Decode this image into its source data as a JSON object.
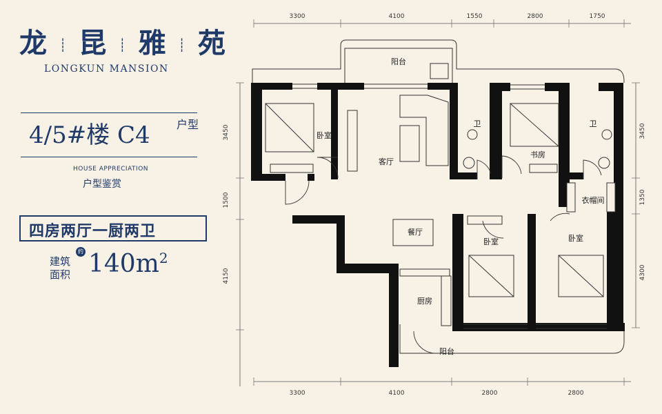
{
  "brand": {
    "name_chars": [
      "龙",
      "昆",
      "雅",
      "苑"
    ],
    "name_en": "LONGKUN MANSION"
  },
  "plan": {
    "building": "4/5#楼",
    "unit": "C4",
    "unit_suffix": "户型",
    "appreciation_en": "HOUSE APPRECIATION",
    "appreciation_cn": "户型鉴赏",
    "layout": "四房两厅一厨两卫",
    "area_label": "建筑面积",
    "area_prefix": "约",
    "area_value": "140m",
    "area_unit_sup": "2"
  },
  "rooms": {
    "balcony_top": "阳台",
    "bedroom_left": "卧室",
    "living": "客厅",
    "bath1": "卫",
    "study": "书房",
    "bath2": "卫",
    "closet": "衣帽间",
    "dining": "餐厅",
    "bedroom_mid": "卧室",
    "bedroom_right": "卧室",
    "kitchen": "厨房",
    "balcony_bottom": "阳台"
  },
  "dimensions": {
    "top": [
      "3300",
      "4100",
      "1550",
      "2800",
      "1750"
    ],
    "bottom": [
      "3300",
      "4100",
      "2800",
      "2800"
    ],
    "left": [
      "3450",
      "1500",
      "4150"
    ],
    "right": [
      "3450",
      "1350",
      "4300"
    ]
  },
  "colors": {
    "brand": "#1f3a68",
    "background": "#f7f1e6",
    "wall": "#111111"
  }
}
